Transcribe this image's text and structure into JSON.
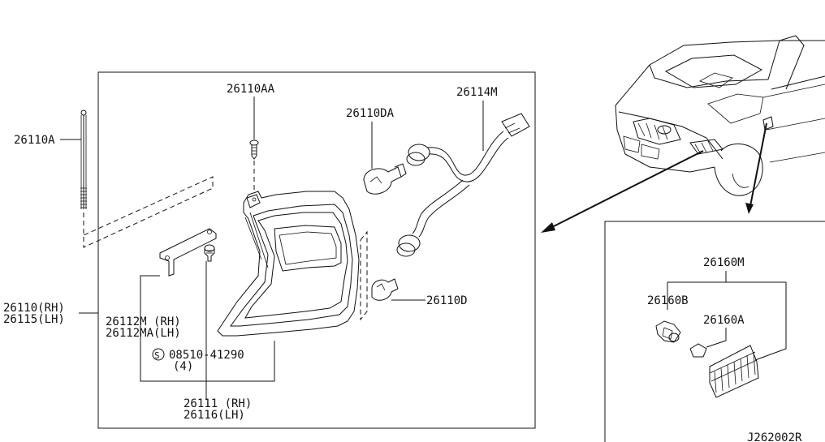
{
  "drawing_id": "J262002R",
  "labels": {
    "p26110A": "26110A",
    "p26110AA": "26110AA",
    "p26110DA": "26110DA",
    "p26114M": "26114M",
    "p26110D": "26110D",
    "p26110_rh": "26110(RH)",
    "p26115_lh": "26115(LH)",
    "p26112M_rh": "26112M (RH)",
    "p26112MA_lh": "26112MA(LH)",
    "screw_code": "08510-41290",
    "screw_qty": "(4)",
    "screw_symbol": "S",
    "p26111_rh": "26111 (RH)",
    "p26116_lh": "26116(LH)",
    "p26160M": "26160M",
    "p26160B": "26160B",
    "p26160A": "26160A"
  }
}
